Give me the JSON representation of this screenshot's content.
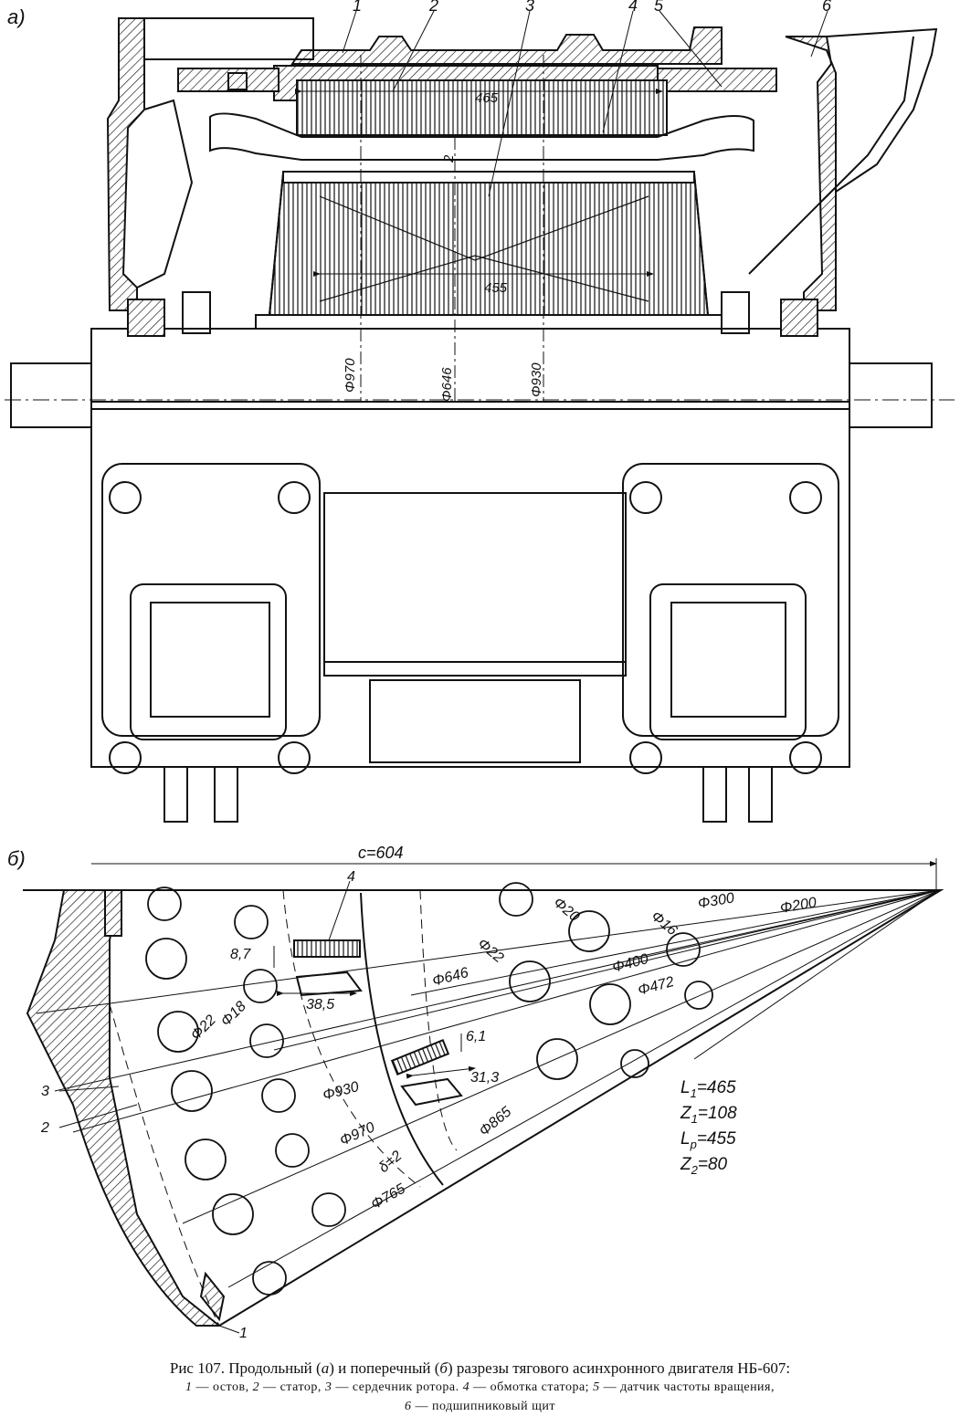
{
  "views": {
    "a": {
      "marker": "a)",
      "callouts": [
        "1",
        "2",
        "3",
        "4",
        "5",
        "6"
      ],
      "dims": {
        "stator_length": "465",
        "rotor_length": "455",
        "air_gap": "2",
        "d_frame": "Φ970",
        "d_rotor_inner": "Φ646",
        "d_stator_outer": "Φ930"
      }
    },
    "b": {
      "marker": "б)",
      "c_dim": "c=604",
      "callouts": {
        "winding": "4",
        "r1": "1",
        "r2": "2",
        "r3": "3"
      },
      "dims": {
        "h87": "8,7",
        "w385": "38,5",
        "h61": "6,1",
        "w313": "31,3",
        "d646": "Φ646",
        "d930": "Φ930",
        "d970": "Φ970",
        "d865": "Φ865",
        "d765": "Φ765",
        "delta": "δ=2",
        "d300": "Φ300",
        "d200": "Φ200",
        "d400": "Φ400",
        "d472": "Φ472",
        "d20": "Φ20",
        "d16": "Φ16",
        "d22a": "Φ22",
        "d22b": "Φ22",
        "d18": "Φ18"
      },
      "params": [
        {
          "sym": "L",
          "sub": "1",
          "val": "=465"
        },
        {
          "sym": "Z",
          "sub": "1",
          "val": "=108"
        },
        {
          "sym": "L",
          "sub": "p",
          "val": "=455"
        },
        {
          "sym": "Z",
          "sub": "2",
          "val": "=80"
        }
      ]
    }
  },
  "caption": {
    "line1_a": "Рис 107. Продольный (",
    "line1_b": "а",
    "line1_c": ") и поперечный (",
    "line1_d": "б",
    "line1_e": ") разрезы тягового асинхронного двигателя НБ-607:",
    "legend": [
      {
        "num": "1",
        "text": "— остов,"
      },
      {
        "num": "2",
        "text": "— статор,"
      },
      {
        "num": "3",
        "text": "— сердечник ротора."
      },
      {
        "num": "4",
        "text": "— обмотка статора;"
      },
      {
        "num": "5",
        "text": "— датчик частоты вращения,"
      },
      {
        "num": "6",
        "text": "— подшипниковый щит"
      }
    ]
  }
}
